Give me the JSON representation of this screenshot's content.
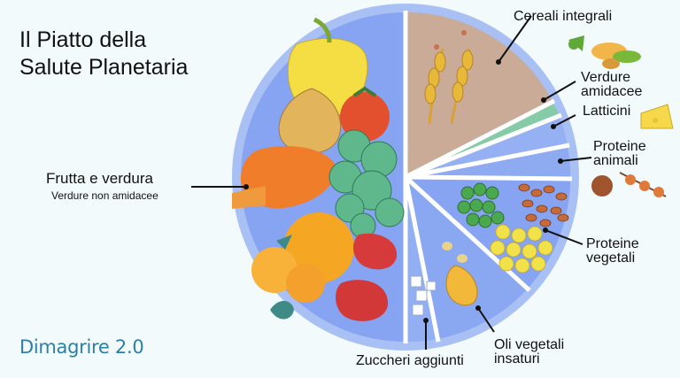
{
  "title": {
    "line1": "Il Piatto della",
    "line2": "Salute Planetaria"
  },
  "labels": {
    "cereali": "Cereali integrali",
    "verdure_amidacee_1": "Verdure",
    "verdure_amidacee_2": "amidacee",
    "latticini": "Latticini",
    "proteine_animali_1": "Proteine",
    "proteine_animali_2": "animali",
    "proteine_vegetali_1": "Proteine",
    "proteine_vegetali_2": "vegetali",
    "oli_1": "Oli vegetali",
    "oli_2": "insaturi",
    "zuccheri": "Zuccheri aggiunti",
    "frutta": "Frutta e verdura",
    "frutta_sub": "Verdure non amidacee"
  },
  "brand": "Dimagrire 2.0",
  "colors": {
    "background": "#f3fafb",
    "plate_blue": "#7f9ef0",
    "cereali_beige": "#c7aa96",
    "verdure_green": "#7fc8a3",
    "plate_rim": "#a9c0f5",
    "brand_blue": "#2e7fa7"
  }
}
